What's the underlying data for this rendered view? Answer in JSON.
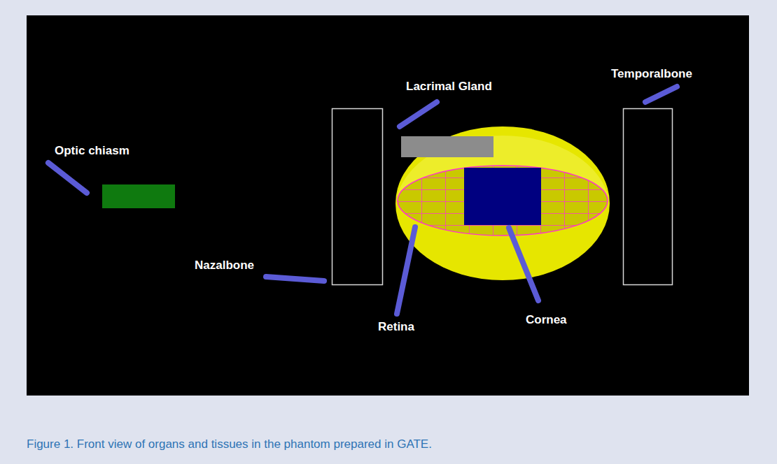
{
  "diagram": {
    "caption": "Figure 1. Front view of organs and tissues in the phantom prepared in GATE.",
    "labels": [
      "Temporalbone",
      "Lacrimal Gland",
      "Optic chiasm",
      "Nazalbone",
      "Retina",
      "Cornea"
    ]
  }
}
